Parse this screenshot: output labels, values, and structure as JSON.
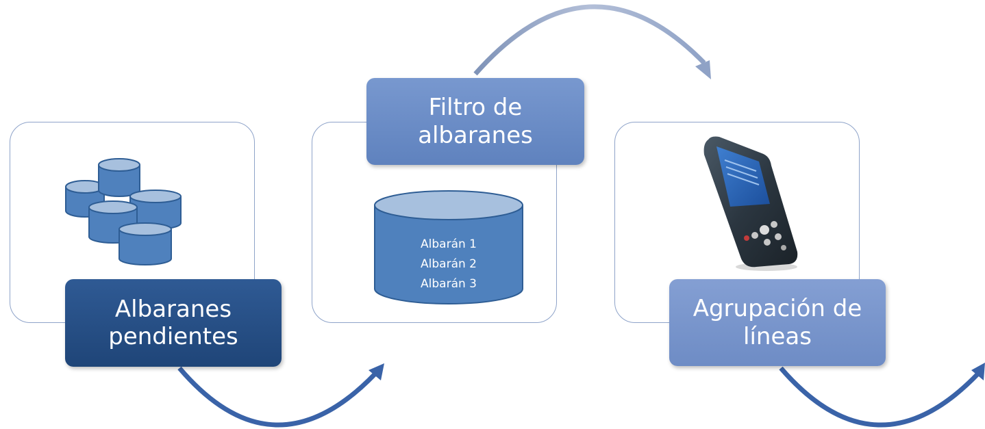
{
  "steps": [
    {
      "title": "Albaranes\npendientes"
    },
    {
      "title": "Filtro de\nalbaranes"
    },
    {
      "title": "Agrupación de\nlíneas"
    }
  ],
  "database": {
    "lines": [
      "Albarán 1",
      "Albarán 2",
      "Albarán 3"
    ]
  },
  "colors": {
    "step1": "#2b5289",
    "step2": "#6e8fca",
    "step3": "#7a96cc",
    "cylinder": "#4f81bd",
    "arrow_dark": "#3a63a8",
    "arrow_light": "#a9b8d6"
  },
  "icons": [
    "database-stack-icon",
    "database-icon",
    "handheld-device-icon"
  ]
}
